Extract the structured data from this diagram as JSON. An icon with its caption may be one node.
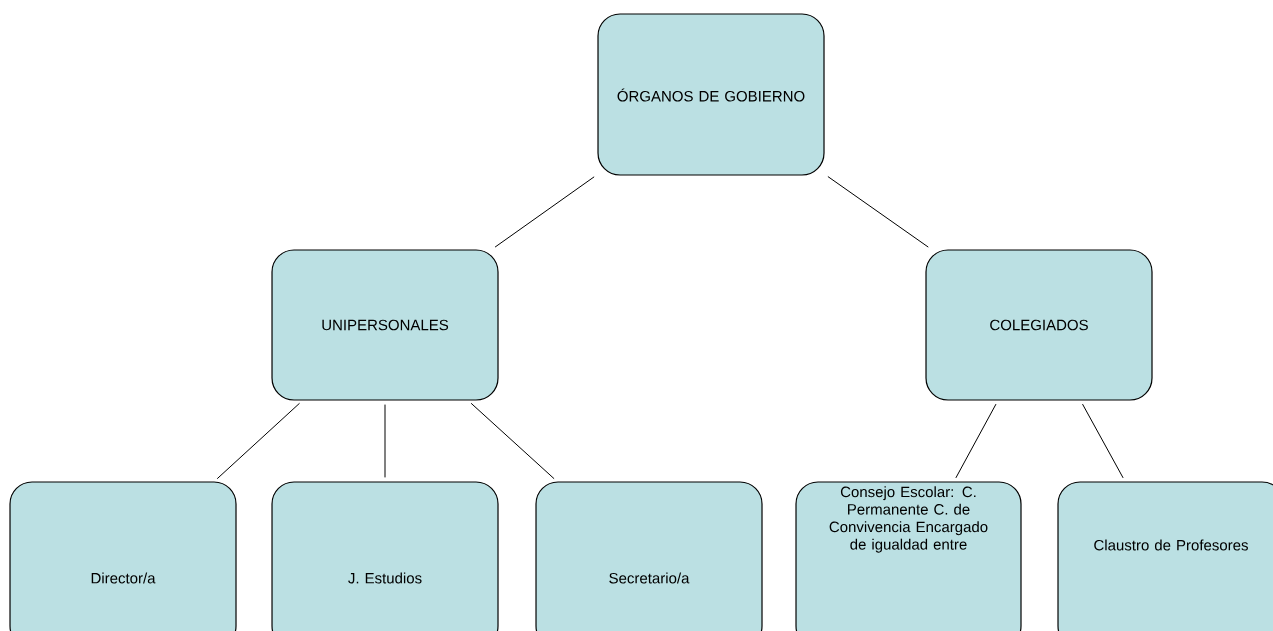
{
  "diagram": {
    "nodes": [
      {
        "text": [
          "ÓRGANOS DE GOBIERNO"
        ]
      },
      {
        "text": [
          "UNIPERSONALES"
        ]
      },
      {
        "text": [
          "COLEGIADOS"
        ]
      },
      {
        "text": [
          "Director/a"
        ]
      },
      {
        "text": [
          "J. Estudios"
        ]
      },
      {
        "text": [
          "Secretario/a"
        ]
      },
      {
        "text": [
          "Consejo Escolar: C. Permanente C. de Convivencia Encargado de igualdad entre"
        ]
      },
      {
        "text": [
          "Claustro de Profesores"
        ]
      }
    ],
    "edges": [
      {
        "from": 0,
        "to": 1,
        "arrow": "none"
      },
      {
        "from": 0,
        "to": 2,
        "arrow": "none"
      },
      {
        "from": 1,
        "to": 3,
        "arrow": "none"
      },
      {
        "from": 1,
        "to": 4,
        "arrow": "none"
      },
      {
        "from": 1,
        "to": 5,
        "arrow": "none"
      },
      {
        "from": 2,
        "to": 6,
        "arrow": "none"
      },
      {
        "from": 2,
        "to": 7,
        "arrow": "none"
      }
    ]
  }
}
